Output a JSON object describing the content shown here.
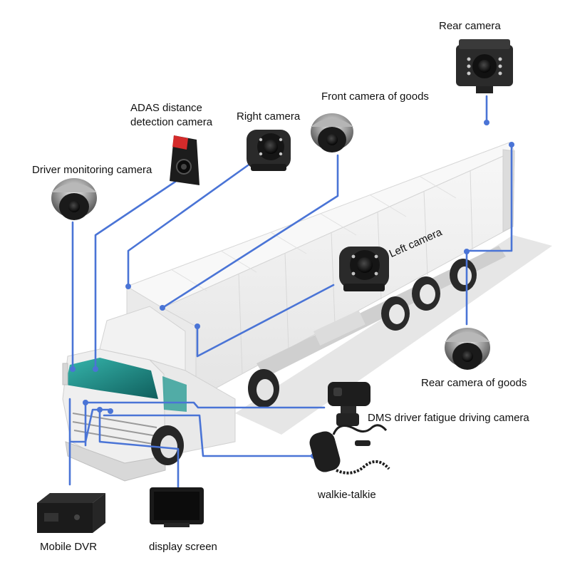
{
  "labels": {
    "rear_camera": "Rear camera",
    "front_camera_goods": "Front camera of goods",
    "right_camera": "Right camera",
    "adas_line1": "ADAS distance",
    "adas_line2": "detection camera",
    "driver_monitoring": "Driver monitoring camera",
    "left_camera": "Left camera",
    "rear_camera_goods": "Rear camera of goods",
    "dms_camera": "DMS driver fatigue driving camera",
    "walkie_talkie": "walkie-talkie",
    "mobile_dvr": "Mobile DVR",
    "display_screen": "display screen"
  },
  "colors": {
    "wire": "#4a74d6",
    "trailer_light": "#f3f3f3",
    "trailer_shade": "#e2e2e2",
    "ground": "#e6e6e6",
    "windshield": "#1f8f8a",
    "device_dark": "#1c1c1c"
  },
  "icons": [
    "dome-camera-icon",
    "box-camera-icon",
    "adas-camera-icon",
    "side-camera-icon",
    "dms-camera-icon",
    "microphone-icon",
    "dvr-icon",
    "monitor-icon",
    "truck-icon"
  ]
}
